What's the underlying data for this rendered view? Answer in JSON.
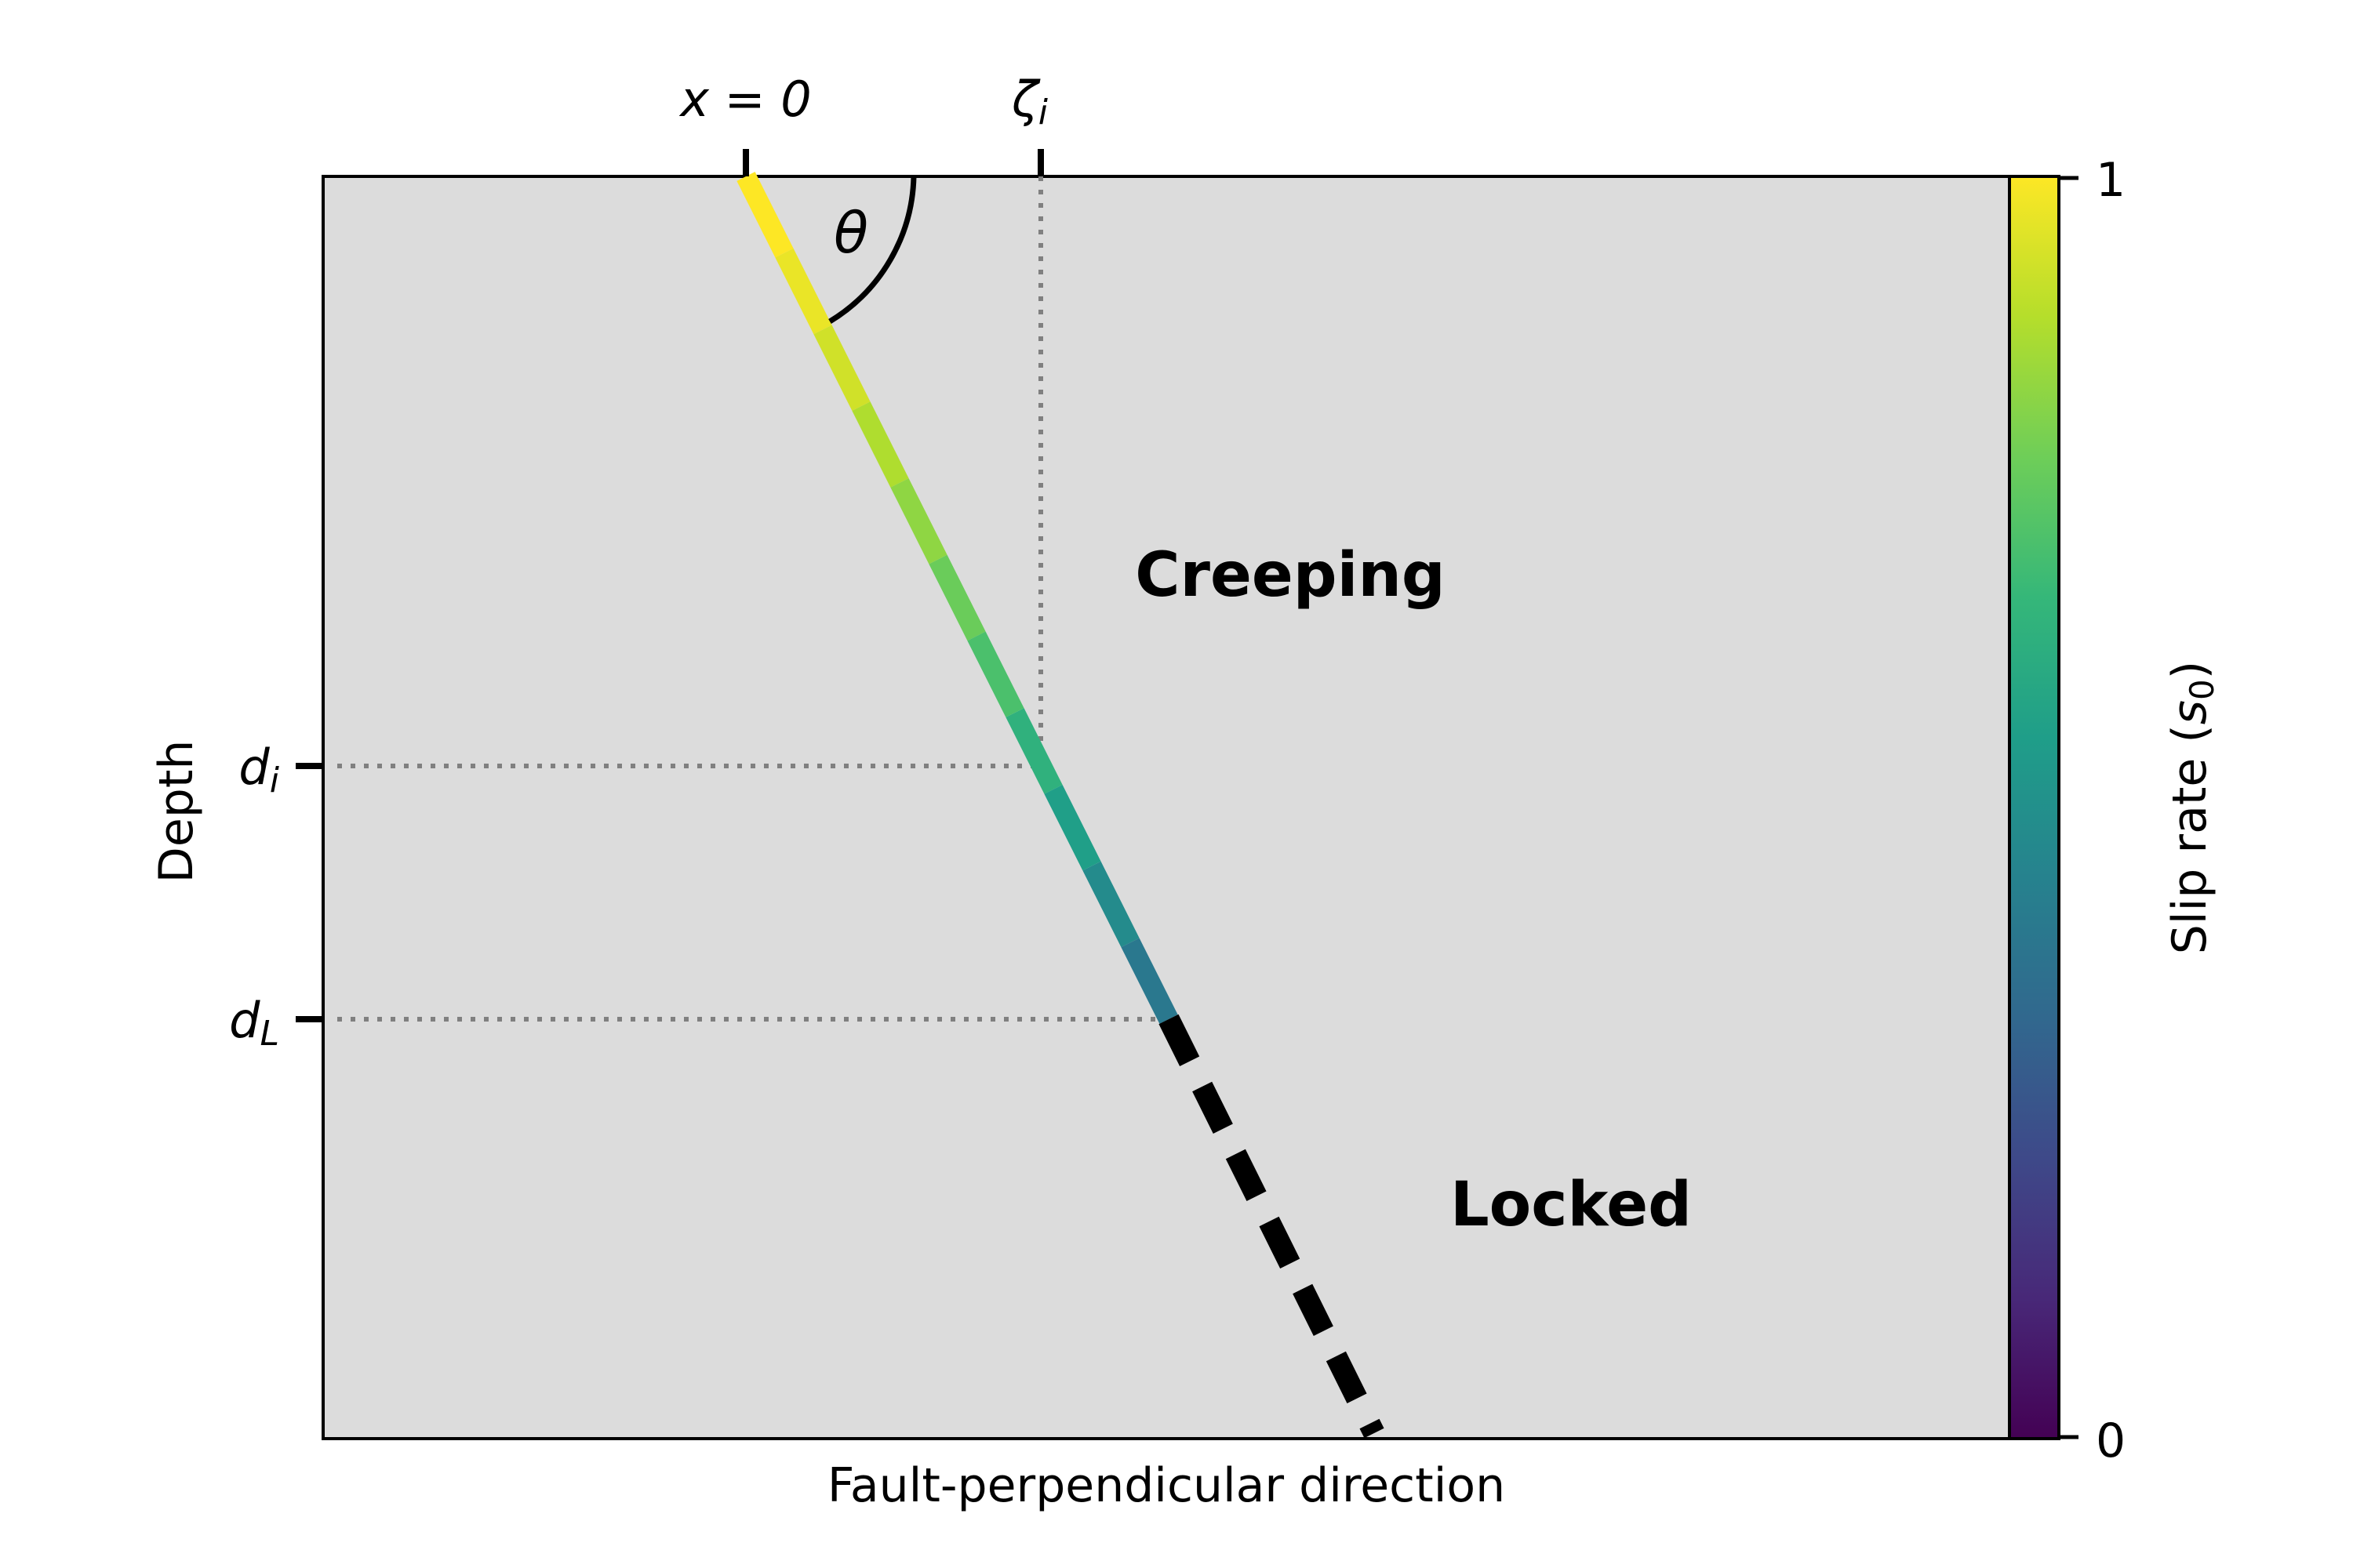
{
  "labels": {
    "x0": "x = 0",
    "zeta": "ζ",
    "zeta_sub": "i",
    "theta": "θ",
    "d": "d",
    "di_sub": "i",
    "dL_sub": "L",
    "depth": "Depth",
    "xaxis": "Fault-perpendicular direction",
    "creeping": "Creeping",
    "locked": "Locked"
  },
  "colorbar": {
    "label_main": "Slip rate (",
    "label_sym": "s",
    "label_sub": "0",
    "label_close": ")",
    "tick_max": "1",
    "tick_min": "0",
    "colormap": [
      "#440154",
      "#482878",
      "#3e4989",
      "#31688e",
      "#26828e",
      "#1f9e89",
      "#35b779",
      "#6ece58",
      "#b5de2b",
      "#fde725"
    ]
  },
  "colors": {
    "background": "#dcdcdc",
    "guide": "#808080",
    "locked_segment": "#000000"
  },
  "fault_slip_segments": [
    1.0,
    0.97,
    0.93,
    0.88,
    0.83,
    0.77,
    0.71,
    0.64,
    0.56,
    0.48,
    0.4
  ]
}
